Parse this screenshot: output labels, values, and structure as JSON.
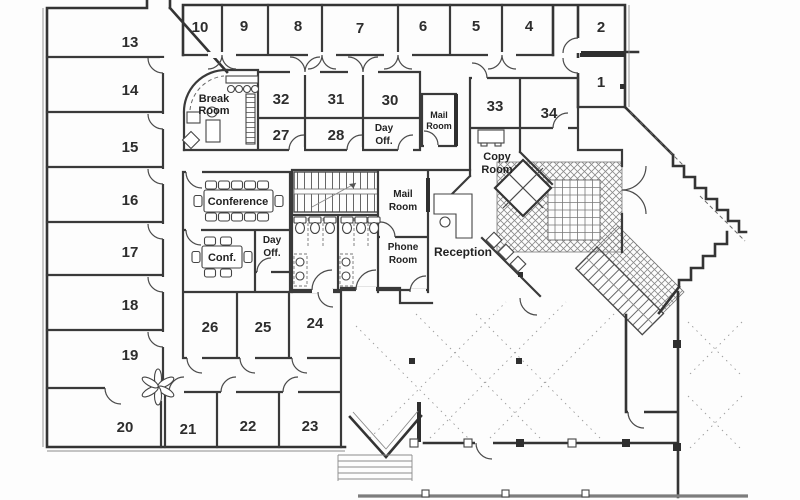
{
  "meta": {
    "title": "Office building floor plan (scanned architectural drawing)",
    "type": "floor-plan"
  },
  "plan": {
    "offices": {
      "o1": "1",
      "o2": "2",
      "o4": "4",
      "o5": "5",
      "o6": "6",
      "o7": "7",
      "o8": "8",
      "o9": "9",
      "o10": "10",
      "o13": "13",
      "o14": "14",
      "o15": "15",
      "o16": "16",
      "o17": "17",
      "o18": "18",
      "o19": "19",
      "o20": "20",
      "o21": "21",
      "o22": "22",
      "o23": "23",
      "o24": "24",
      "o25": "25",
      "o26": "26",
      "o27": "27",
      "o28": "28",
      "o30": "30",
      "o31": "31",
      "o32": "32",
      "o33": "33",
      "o34": "34"
    },
    "areas": {
      "break_room": {
        "line1": "Break",
        "line2": "Room"
      },
      "conference": {
        "label": "Conference"
      },
      "conference_small": {
        "label": "Conf."
      },
      "day_office_upper": {
        "line1": "Day",
        "line2": "Off."
      },
      "day_office_lower": {
        "line1": "Day",
        "line2": "Off."
      },
      "mail_room_upper": {
        "line1": "Mail",
        "line2": "Room"
      },
      "mail_room_lower": {
        "line1": "Mail",
        "line2": "Room"
      },
      "copy_room": {
        "line1": "Copy",
        "line2": "Room"
      },
      "phone_room": {
        "line1": "Phone",
        "line2": "Room"
      },
      "reception": {
        "label": "Reception"
      }
    },
    "icons": {
      "elevator": "elevator-icon",
      "stairs_core": "stairs-icon",
      "grand_stairs": "stairs-icon",
      "toilets": "toilet-icon",
      "sinks": "sink-icon",
      "plant": "plant-icon",
      "reception_desk": "desk-icon",
      "conference_table": "table-icon",
      "copier": "copier-icon",
      "entrance_vestibule": "entrance-icon"
    },
    "colors": {
      "ink": "#3a3a3a",
      "paper": "#fdfdfd",
      "shade": "#8a8a8a"
    }
  }
}
